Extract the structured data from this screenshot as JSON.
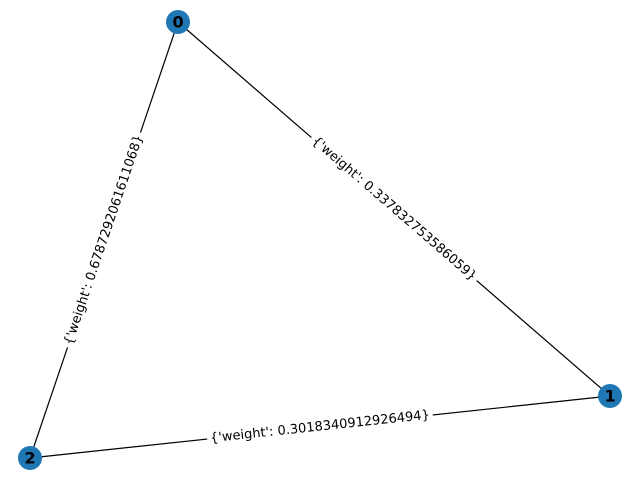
{
  "graph": {
    "colors": {
      "node": "#1f77b4",
      "edge": "#000000",
      "label": "#000000"
    },
    "nodes": [
      {
        "id": "0",
        "label": "0"
      },
      {
        "id": "1",
        "label": "1"
      },
      {
        "id": "2",
        "label": "2"
      }
    ],
    "edges": [
      {
        "source": "0",
        "target": "1",
        "label": "{'weight': 0.33783275358605​9}"
      },
      {
        "source": "0",
        "target": "2",
        "label": "{'weight': 0.6787292061611068}"
      },
      {
        "source": "2",
        "target": "1",
        "label": "{'weight': 0.3018340912926494}"
      }
    ]
  }
}
